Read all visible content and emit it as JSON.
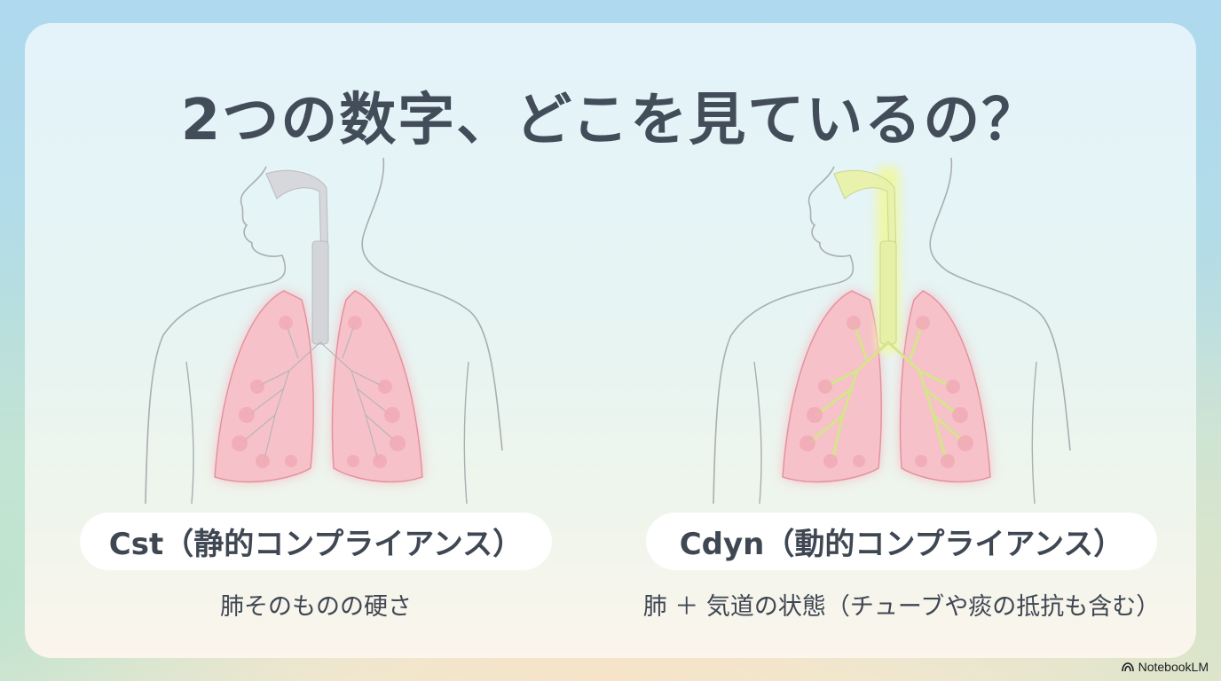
{
  "slide": {
    "title": "2つの数字、どこを見ているの？",
    "panels": [
      {
        "id": "cst",
        "label": "Cst（静的コンプライアンス）",
        "description": "肺そのものの硬さ",
        "illustration": "lungs-respiratory-system-icon",
        "highlight": {
          "lungs": "#f29aa6",
          "airway": "#c9c9cc"
        }
      },
      {
        "id": "cdyn",
        "label": "Cdyn（動的コンプライアンス）",
        "description": "肺 ＋ 気道の状態（チューブや痰の抵抗も含む）",
        "illustration": "lungs-with-airway-highlight-icon",
        "highlight": {
          "lungs": "#f29aa6",
          "airway": "#e2ef9a"
        }
      }
    ]
  },
  "branding": {
    "icon": "notebooklm-logo-icon",
    "label": "NotebookLM"
  },
  "colors": {
    "title_text": "#434d5a",
    "body_text": "#3f4753",
    "card_bg": "#e6f4f3",
    "pill_bg": "#ffffff",
    "lung_pink": "#f29aa6",
    "airway_yellow": "#e2ef9a"
  }
}
